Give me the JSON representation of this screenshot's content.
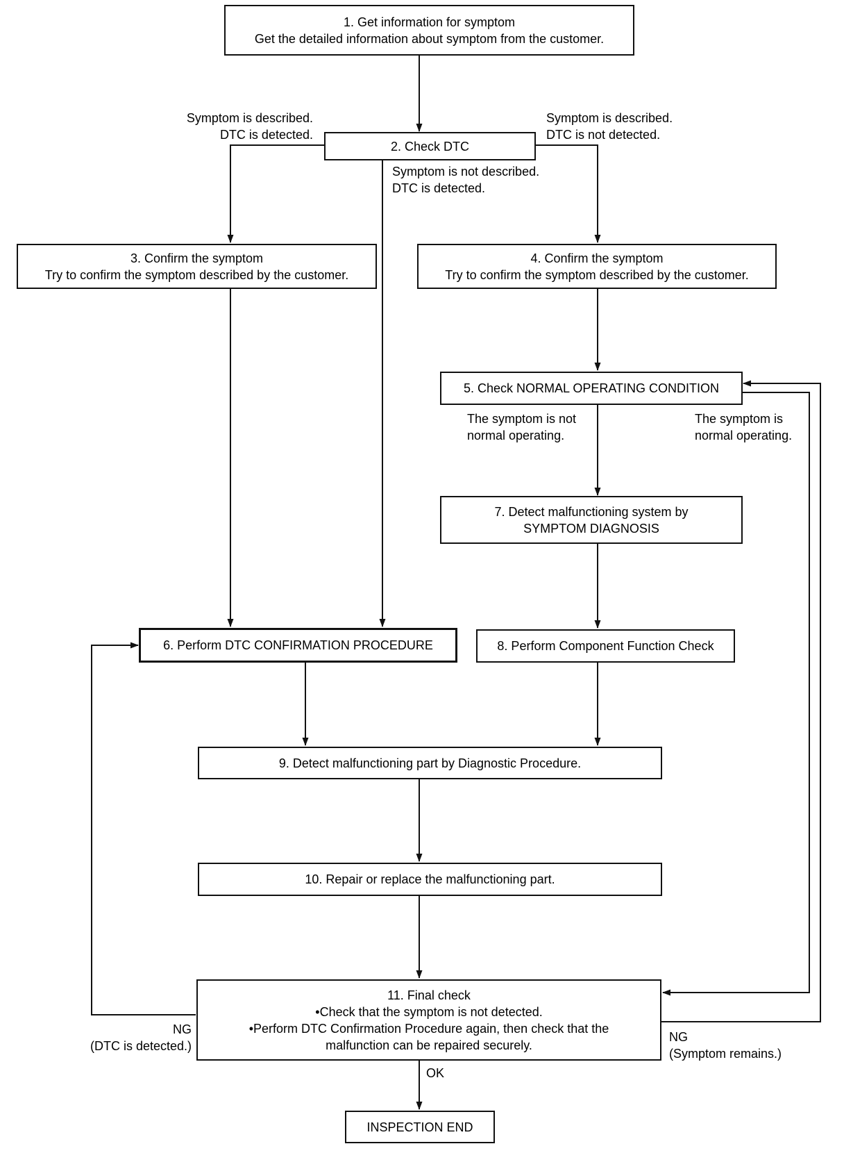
{
  "steps": {
    "s1": {
      "title": "1. Get information for symptom",
      "detail": "Get the detailed information about symptom from the customer."
    },
    "s2": {
      "title": "2. Check DTC"
    },
    "s3": {
      "title": "3. Confirm the symptom",
      "detail": "Try to confirm the symptom described by the customer."
    },
    "s4": {
      "title": "4. Confirm the symptom",
      "detail": "Try to confirm the symptom described by the customer."
    },
    "s5": {
      "title": "5. Check NORMAL OPERATING CONDITION"
    },
    "s6": {
      "title": "6. Perform DTC CONFIRMATION PROCEDURE"
    },
    "s7": {
      "line1": "7. Detect malfunctioning system by",
      "line2": "SYMPTOM DIAGNOSIS"
    },
    "s8": {
      "title": "8. Perform Component Function Check"
    },
    "s9": {
      "title": "9. Detect malfunctioning part by Diagnostic Procedure."
    },
    "s10": {
      "title": "10. Repair or replace the malfunctioning part."
    },
    "s11": {
      "title": "11. Final check",
      "bullet1": "•Check that the symptom is not detected.",
      "bullet2a": "•Perform DTC Confirmation Procedure again, then check that the",
      "bullet2b": "malfunction can be repaired securely."
    },
    "end": {
      "title": "INSPECTION END"
    }
  },
  "labels": {
    "desc_detected": {
      "l1": "Symptom is described.",
      "l2": "DTC is detected."
    },
    "desc_not_detected": {
      "l1": "Symptom is described.",
      "l2": "DTC is not detected."
    },
    "notdesc_detected": {
      "l1": "Symptom is not described.",
      "l2": "DTC is detected."
    },
    "not_normal": {
      "l1": "The symptom is not",
      "l2": "normal operating."
    },
    "normal": {
      "l1": "The symptom is",
      "l2": "normal operating."
    },
    "ng_dtc": {
      "l1": "NG",
      "l2": "(DTC is detected.)"
    },
    "ng_symptom": {
      "l1": "NG",
      "l2": "(Symptom remains.)"
    },
    "ok": "OK"
  }
}
